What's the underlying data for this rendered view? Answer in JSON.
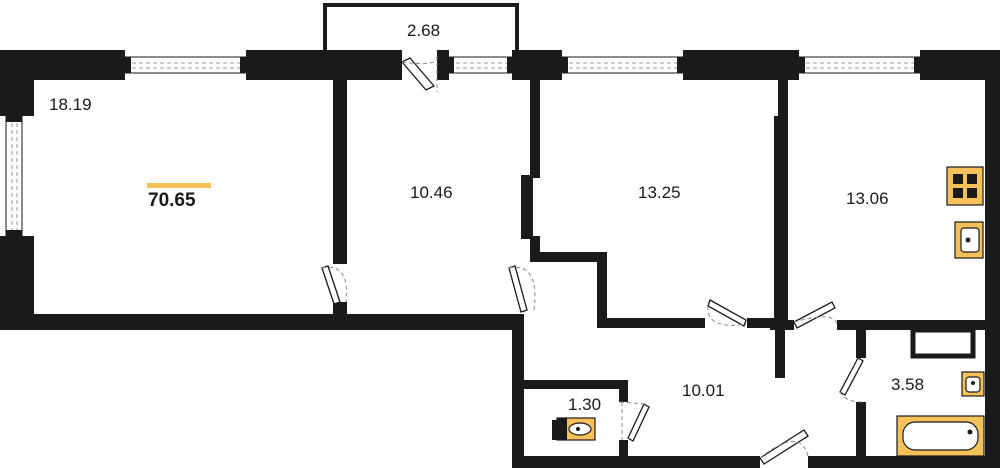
{
  "plan": {
    "total_area": "70.65",
    "accent_color": "#f7c15a",
    "wall_color": "#1a1a1a",
    "rooms": [
      {
        "id": "living-room",
        "area": "18.19"
      },
      {
        "id": "balcony",
        "area": "2.68"
      },
      {
        "id": "bedroom-1",
        "area": "10.46"
      },
      {
        "id": "bedroom-2",
        "area": "13.25"
      },
      {
        "id": "kitchen",
        "area": "13.06"
      },
      {
        "id": "hallway",
        "area": "10.01"
      },
      {
        "id": "toilet",
        "area": "1.30"
      },
      {
        "id": "bathroom",
        "area": "3.58"
      }
    ],
    "fixtures": [
      "stove-icon",
      "sink-icon",
      "toilet-icon",
      "bathtub-icon",
      "washbasin-icon"
    ]
  }
}
